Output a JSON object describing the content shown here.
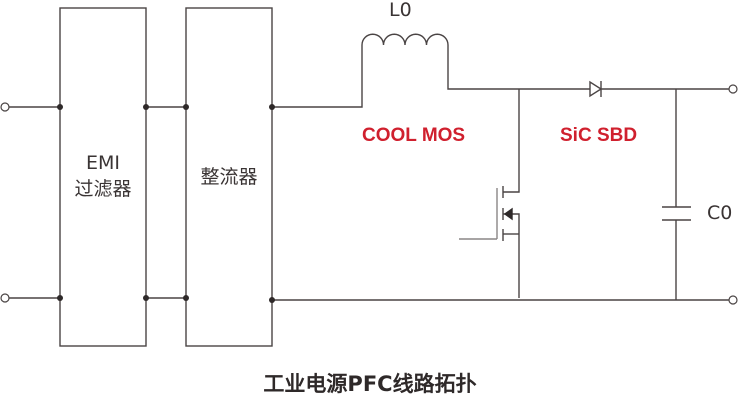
{
  "diagram": {
    "title": "工业电源PFC线路拓扑",
    "blocks": [
      {
        "id": "emi",
        "label_line1": "EMI",
        "label_line2": "过滤器"
      },
      {
        "id": "rectifier",
        "label": "整流器"
      }
    ],
    "components": {
      "inductor": {
        "label": "L0"
      },
      "mosfet": {
        "label": "COOL MOS"
      },
      "diode": {
        "label": "SiC SBD"
      },
      "capacitor": {
        "label": "C0"
      }
    },
    "colors": {
      "wire": "#4a4444",
      "highlight_text": "#d0202e",
      "text": "#3a3434"
    }
  }
}
